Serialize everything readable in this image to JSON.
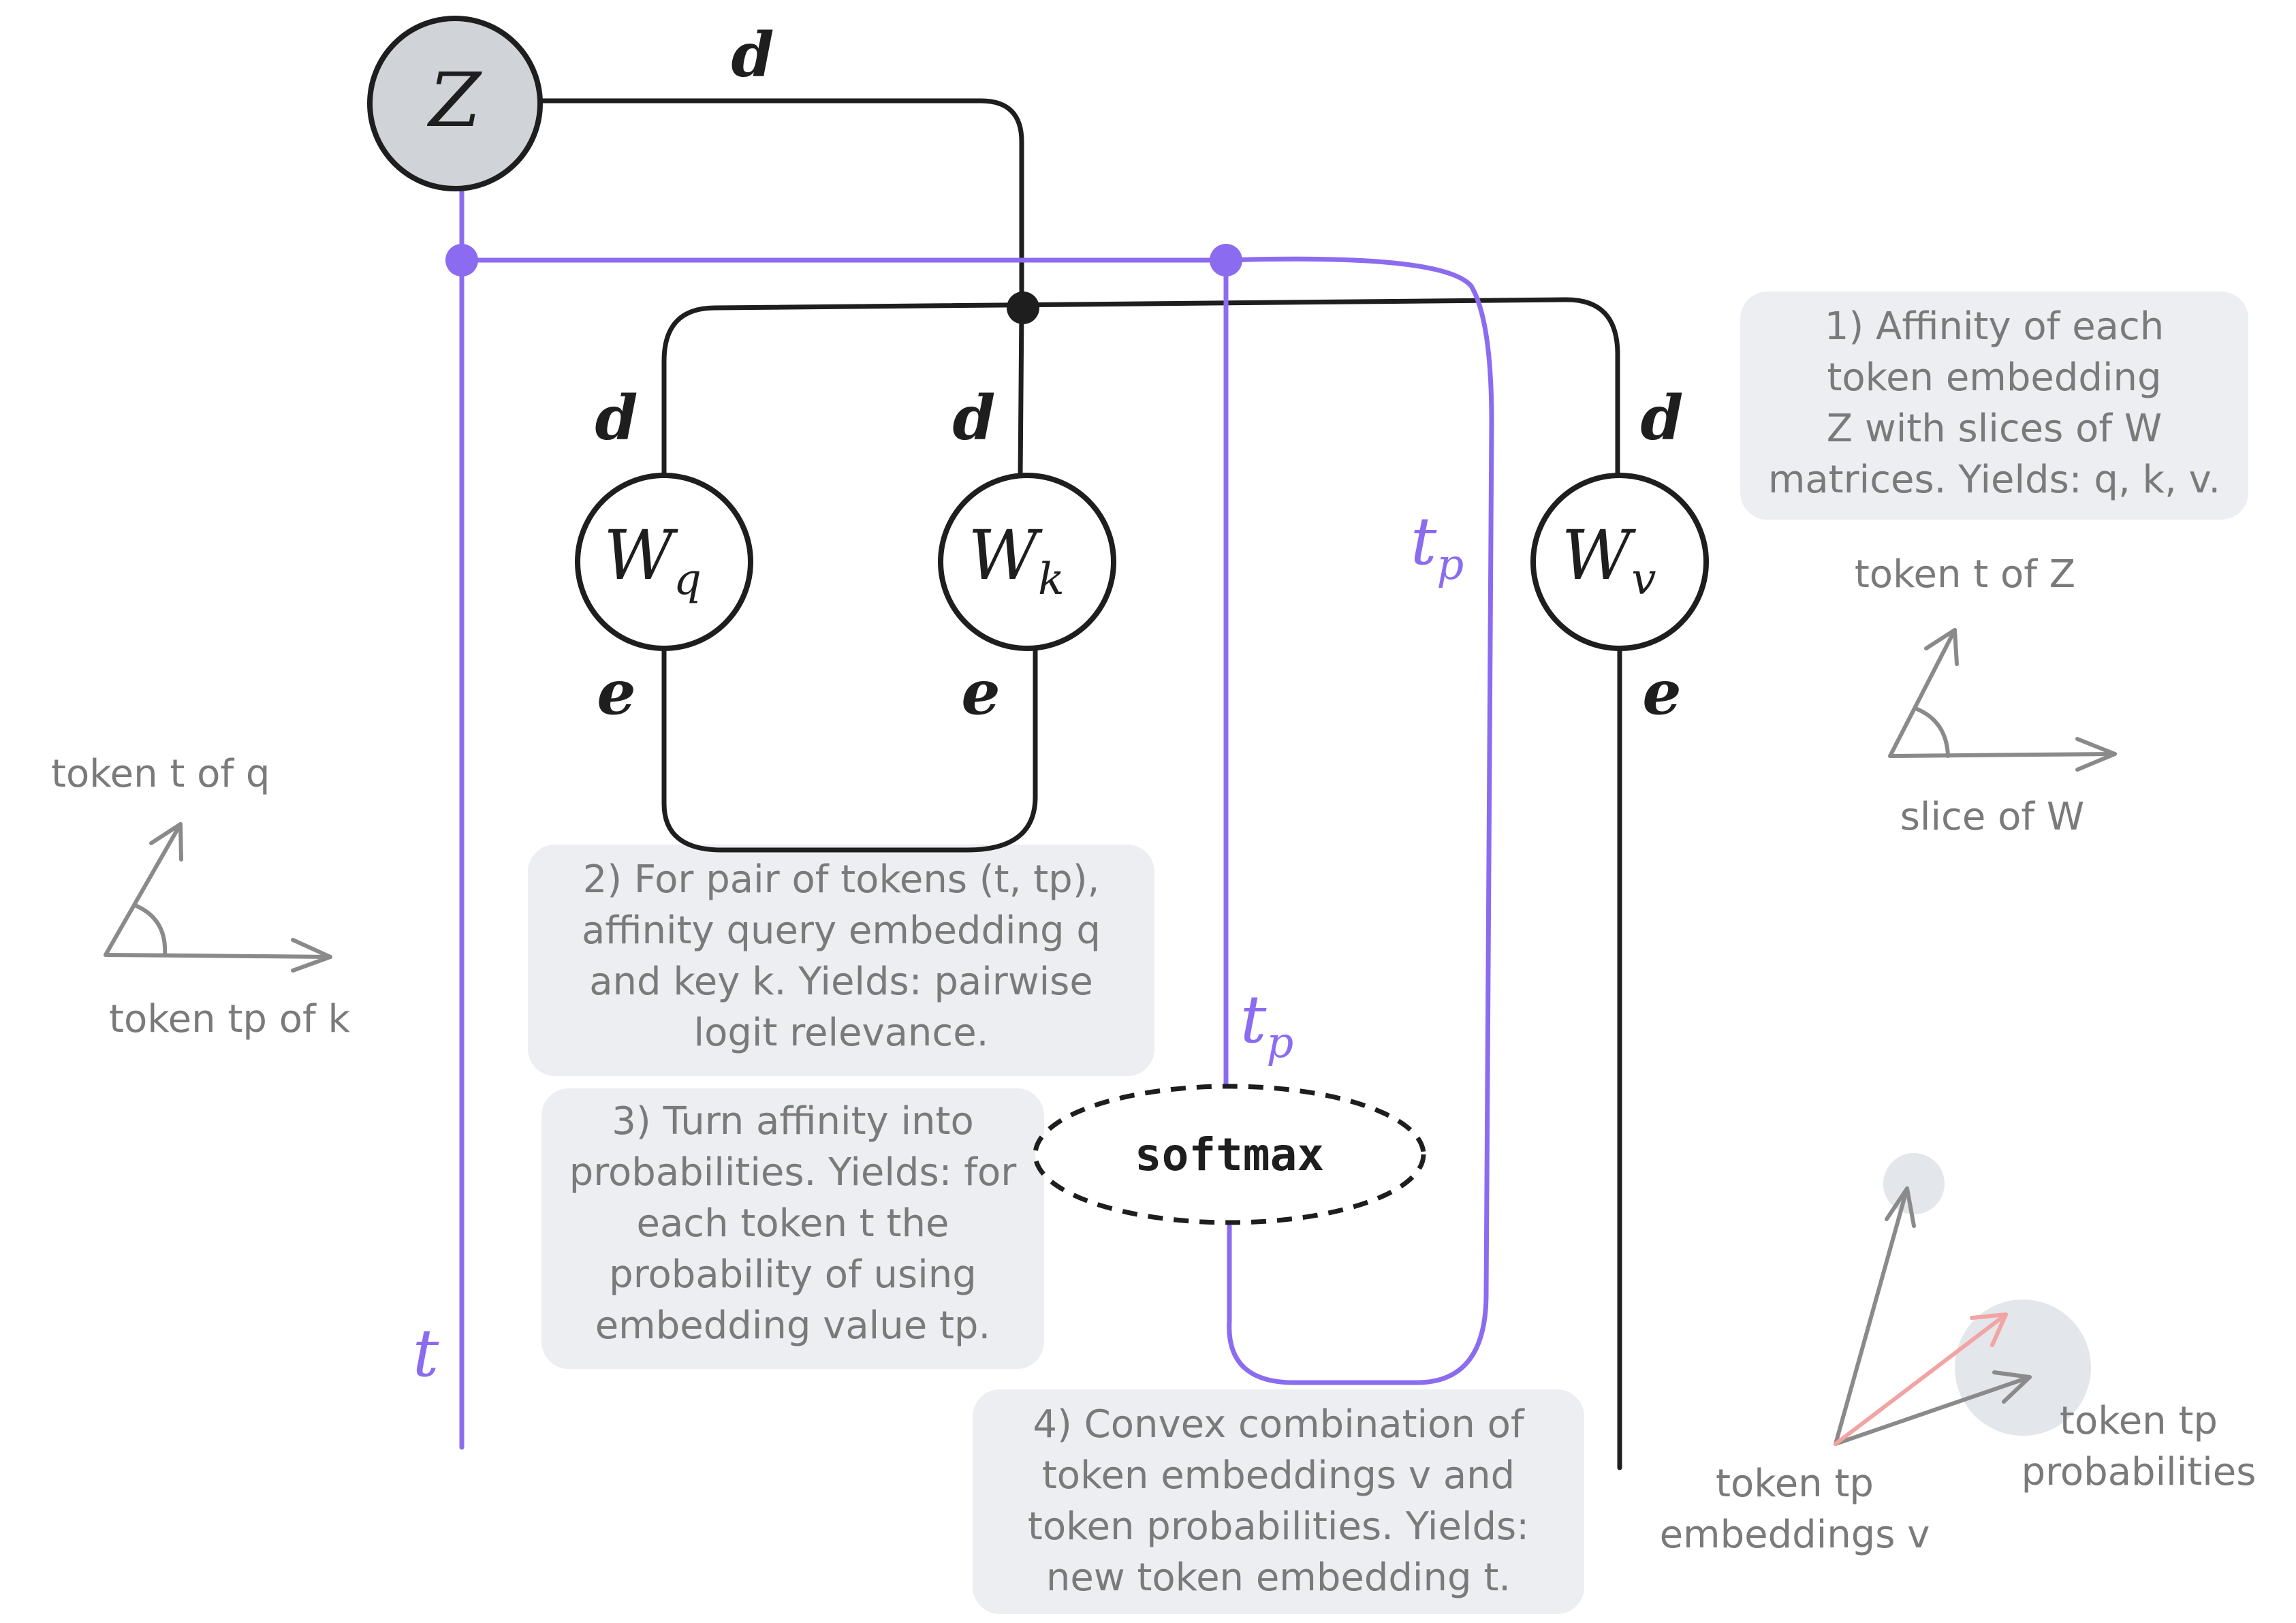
{
  "colors": {
    "ink": "#1e1e1e",
    "accent": "#8b6cf0",
    "note_bg": "#eceef1",
    "muted_text": "#7a7a7a",
    "z_node_fill": "#d0d3d8",
    "highlight_arrow": "#f2a4a4"
  },
  "nodes": {
    "z": "Z",
    "wq": {
      "base": "W",
      "sub": "q"
    },
    "wk": {
      "base": "W",
      "sub": "k"
    },
    "wv": {
      "base": "W",
      "sub": "v"
    },
    "softmax": "softmax"
  },
  "dim_labels": {
    "top_d": "d",
    "wq_d": "d",
    "wk_d": "d",
    "wv_d": "d",
    "wq_e": "e",
    "wk_e": "e",
    "wv_e": "e",
    "tp_right": {
      "base": "t",
      "sub": "p"
    },
    "tp_center": {
      "base": "t",
      "sub": "p"
    },
    "t_left": "t"
  },
  "notes": {
    "note1": [
      "1) Affinity of each",
      "token embedding",
      "Z with slices of W",
      "matrices. Yields: q, k, v."
    ],
    "note2": [
      "2) For pair of tokens (t, tp),",
      "affinity query embedding q",
      "and key k. Yields: pairwise",
      "logit relevance."
    ],
    "note3": [
      "3) Turn affinity into",
      "probabilities. Yields: for",
      "each token t the",
      "probability of using",
      "embedding value tp."
    ],
    "note4": [
      "4) Convex combination of",
      "token embeddings v and",
      "token probabilities. Yields:",
      "new token embedding t."
    ]
  },
  "sketch_labels": {
    "q_token": "token t of q",
    "k_token": "token tp of k",
    "z_token": "token t of Z",
    "w_slice": "slice of W",
    "embeddings_v": [
      "token tp",
      "embeddings v"
    ],
    "probabilities": [
      "token tp",
      "probabilities"
    ]
  }
}
